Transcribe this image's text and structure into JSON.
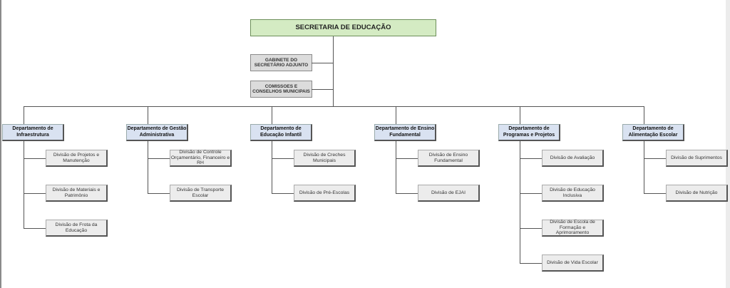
{
  "title": "SECRETARIA DE EDUCAÇÃO",
  "staff": [
    "GABINETE DO SECRETÁRIO ADJUNTO",
    "COMISSOES E CONSELHOS MUNICIPAIS"
  ],
  "departments": [
    {
      "name": "Departamento de Infraestrutura",
      "divisions": [
        "Divisão de Projetos e Manutenção",
        "Divisão de Materiais e Patrimônio",
        "Divisão de Frota da Educação"
      ]
    },
    {
      "name": "Departamento de Gestão Administrativa",
      "divisions": [
        "Divisão de Controle Orçamentário, Financeiro e RH",
        "Divisão de Transporte Escolar"
      ]
    },
    {
      "name": "Departamento de Educação Infantil",
      "divisions": [
        "Divisão de Creches Municipais",
        "Divisão de Pré-Escolas"
      ]
    },
    {
      "name": "Departamento de Ensino Fundamental",
      "divisions": [
        "Divisão de Ensino Fundamental",
        "Divisão de EJAI"
      ]
    },
    {
      "name": "Departamento de Programas e Projetos",
      "divisions": [
        "Divisão de Avaliação",
        "Divisão de Educação Inclusiva",
        "Divisão de Escola de Formação e Aprimoramento",
        "Divisão de Vida Escolar"
      ]
    },
    {
      "name": "Departamento de Alimentação Escolar",
      "divisions": [
        "Divisão de Suprimentos",
        "Divisão de Nutrição"
      ]
    }
  ]
}
